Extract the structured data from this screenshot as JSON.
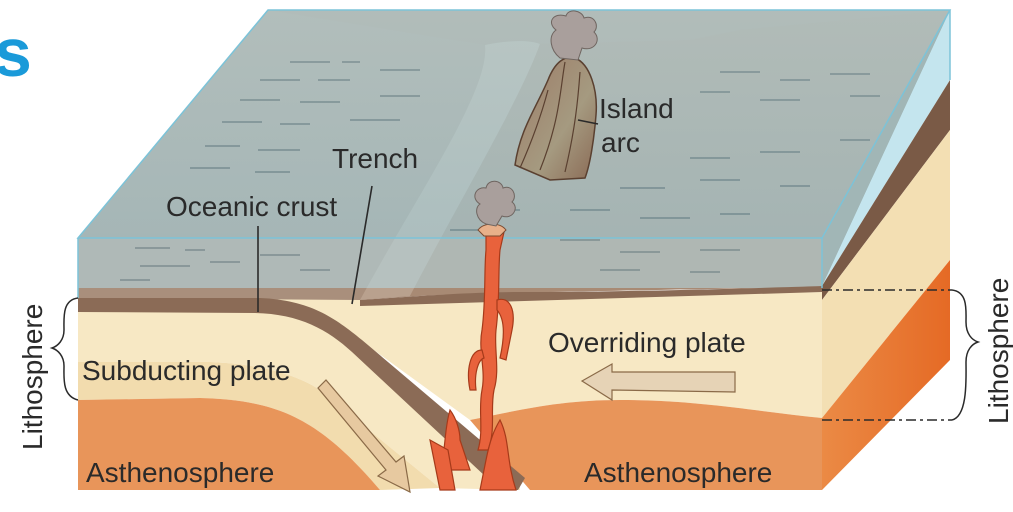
{
  "heading_fragment": "s",
  "labels": {
    "island_arc_line1": "Island",
    "island_arc_line2": "arc",
    "trench": "Trench",
    "oceanic_crust": "Oceanic crust",
    "subducting_plate": "Subducting plate",
    "overriding_plate": "Overriding plate",
    "asthenosphere_left": "Asthenosphere",
    "asthenosphere_right": "Asthenosphere",
    "lithosphere_left": "Lithosphere",
    "lithosphere_right": "Lithosphere"
  },
  "colors": {
    "heading": "#1a9ad9",
    "water": "#a9dcea",
    "sea_floor": "#9c8371",
    "crust": "#8a6a55",
    "lithosphere": "#f7e9c6",
    "asthenosphere": "#e8945a",
    "asthenosphere_side": "#e67a33",
    "magma": "#e8623c"
  }
}
